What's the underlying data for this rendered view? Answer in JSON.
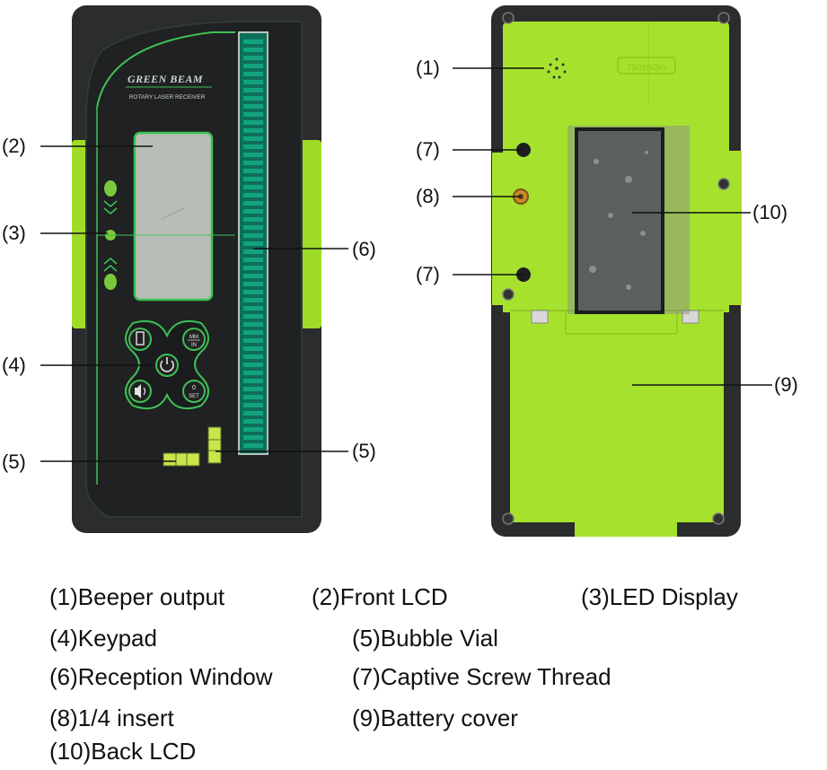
{
  "device_front": {
    "brand": "GREEN BEAM",
    "subtitle": "ROTARY LASER RECEIVER",
    "keypad": {
      "mm_key": "MM",
      "in_key": "IN",
      "zero_key": "0",
      "set_key": "SET"
    }
  },
  "device_back": {
    "stamp": "75mm/3in"
  },
  "callouts": {
    "front": {
      "c2": "(2)",
      "c3": "(3)",
      "c4": "(4)",
      "c5_left": "(5)",
      "c5_right": "(5)",
      "c6": "(6)"
    },
    "back": {
      "c1": "(1)",
      "c7_top": "(7)",
      "c8": "(8)",
      "c7_bottom": "(7)",
      "c10": "(10)",
      "c9": "(9)"
    }
  },
  "legend": [
    "(1)Beeper output",
    "(2)Front LCD",
    "(3)LED Display",
    "(4)Keypad",
    "(5)Bubble Vial",
    "(6)Reception Window",
    "(7)Captive Screw Thread",
    "(8)1/4 insert",
    "(9)Battery cover",
    "(10)Back LCD"
  ],
  "colors": {
    "device_dark": "#2b2d2e",
    "lime": "#a9e62f",
    "accent_green": "#3fbf57",
    "led_green": "#0f8a6a"
  }
}
